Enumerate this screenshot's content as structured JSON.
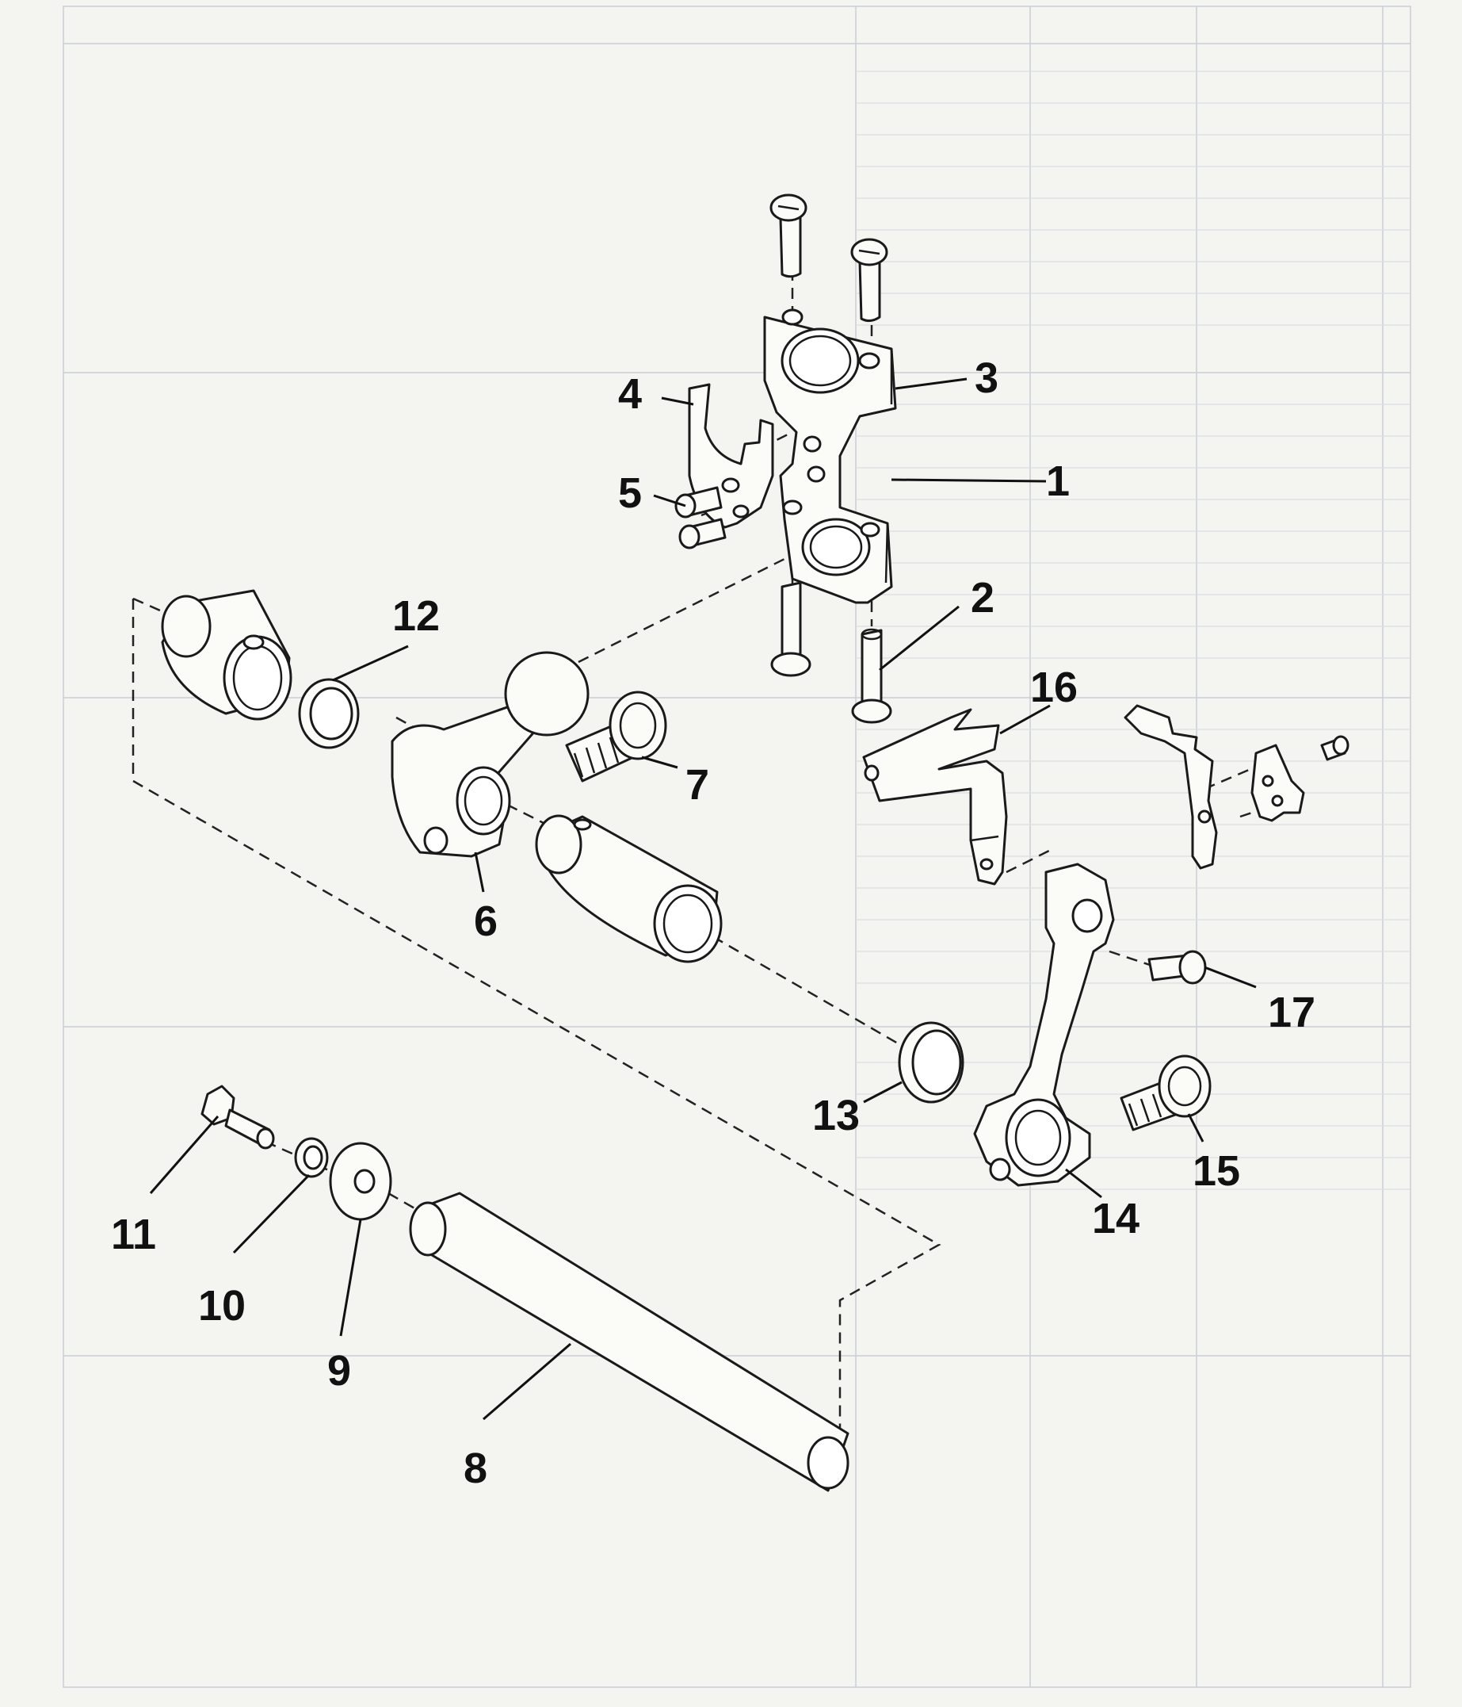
{
  "diagram": {
    "part_labels": [
      "1",
      "2",
      "3",
      "4",
      "5",
      "6",
      "7",
      "8",
      "9",
      "10",
      "11",
      "12",
      "13",
      "14",
      "15",
      "16",
      "17"
    ]
  }
}
